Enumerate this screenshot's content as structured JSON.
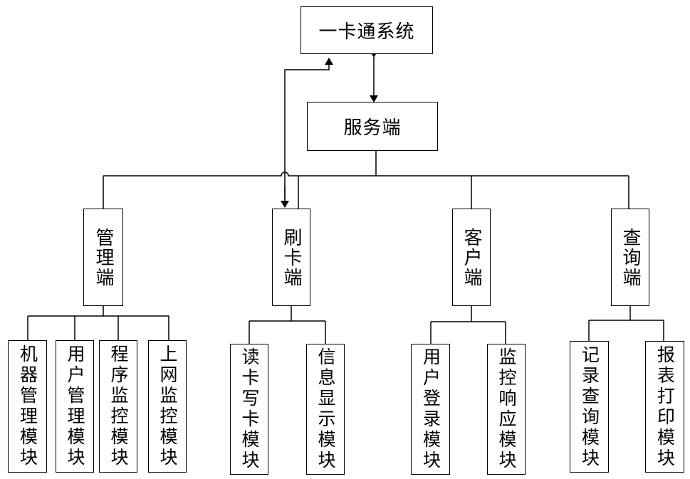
{
  "diagram": {
    "root": "一卡通系统",
    "server": "服务端",
    "clients": [
      {
        "label": "管理端",
        "modules": [
          "机器管理模块",
          "用户管理模块",
          "程序监控模块",
          "上网监控模块"
        ]
      },
      {
        "label": "刷卡端",
        "modules": [
          "读卡写卡模块",
          "信息显示模块"
        ]
      },
      {
        "label": "客户端",
        "modules": [
          "用户登录模块",
          "监控响应模块"
        ]
      },
      {
        "label": "查询端",
        "modules": [
          "记录查询模块",
          "报表打印模块"
        ]
      }
    ]
  }
}
